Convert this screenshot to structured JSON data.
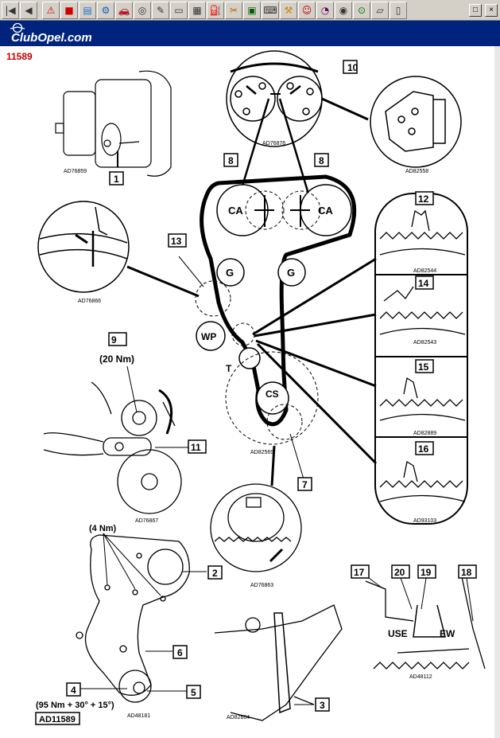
{
  "toolbar": {
    "buttons": [
      {
        "icon": "first-page-icon"
      },
      {
        "icon": "previous-page-icon"
      },
      {
        "icon": "warning-icon"
      },
      {
        "icon": "color-palette-icon"
      },
      {
        "icon": "document-icon"
      },
      {
        "icon": "gear-icon"
      },
      {
        "icon": "car-icon"
      },
      {
        "icon": "wheel-icon"
      },
      {
        "icon": "wrench-icon"
      },
      {
        "icon": "screen-icon"
      },
      {
        "icon": "printer-icon"
      },
      {
        "icon": "pump-icon"
      },
      {
        "icon": "tools-icon"
      },
      {
        "icon": "dashboard-icon"
      },
      {
        "icon": "keyboard-icon"
      },
      {
        "icon": "engine-icon"
      },
      {
        "icon": "mechanic-icon"
      },
      {
        "icon": "speedometer-icon"
      },
      {
        "icon": "steering-icon"
      },
      {
        "icon": "abs-icon"
      },
      {
        "icon": "car-body-icon"
      },
      {
        "icon": "note-icon"
      }
    ],
    "window_buttons": [
      "□",
      "×"
    ]
  },
  "brand": {
    "name": "ClubOpel.com"
  },
  "document": {
    "id": "11589",
    "code": "AD11589"
  },
  "diagram": {
    "callouts": [
      "1",
      "2",
      "3",
      "4",
      "5",
      "6",
      "7",
      "8",
      "8",
      "9",
      "10",
      "11",
      "12",
      "13",
      "14",
      "15",
      "16",
      "17",
      "18",
      "19",
      "20"
    ],
    "components": {
      "camshaft_left": "CA",
      "camshaft_right": "CA",
      "idler_left": "G",
      "idler_right": "G",
      "water_pump": "WP",
      "tensioner": "T",
      "crankshaft": "CS"
    },
    "torques": {
      "tensioner_bolt": "(20 Nm)",
      "cover_bolts": "(4 Nm)",
      "crank_bolt": "(95 Nm + 30° + 15°)"
    },
    "belt_markings": {
      "use": "USE",
      "new": "EW"
    },
    "figure_refs": {
      "fig1": "AD76859",
      "fig9": "AD76876",
      "fig9_detail": "AD82558",
      "fig13": "AD76866",
      "fig12": "AD82544",
      "fig14": "AD82543",
      "fig15": "AD82889",
      "fig16": "AD93103",
      "fig_main": "AD82569",
      "fig10": "AD76867",
      "fig7": "AD76863",
      "fig2": "AD48181",
      "fig3": "AD82664",
      "fig17": "AD48112"
    }
  }
}
